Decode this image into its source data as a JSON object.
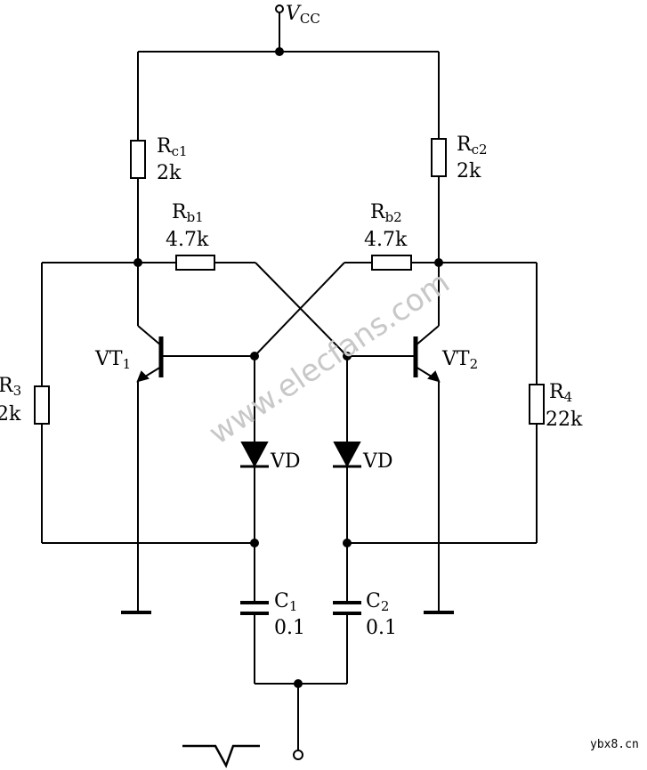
{
  "supply": {
    "label": "V",
    "sub": "CC"
  },
  "resistors": {
    "rc1": {
      "name": "R",
      "sub": "c1",
      "value": "2k"
    },
    "rc2": {
      "name": "R",
      "sub": "c2",
      "value": "2k"
    },
    "rb1": {
      "name": "R",
      "sub": "b1",
      "value": "4.7k"
    },
    "rb2": {
      "name": "R",
      "sub": "b2",
      "value": "4.7k"
    },
    "r3": {
      "name": "R",
      "sub": "3",
      "value": "2k"
    },
    "r4": {
      "name": "R",
      "sub": "4",
      "value": "22k"
    }
  },
  "transistors": {
    "vt1": {
      "name": "VT",
      "sub": "1"
    },
    "vt2": {
      "name": "VT",
      "sub": "2"
    }
  },
  "diodes": {
    "vd1": {
      "name": "VD"
    },
    "vd2": {
      "name": "VD"
    }
  },
  "capacitors": {
    "c1": {
      "name": "C",
      "sub": "1",
      "value": "0.1"
    },
    "c2": {
      "name": "C",
      "sub": "2",
      "value": "0.1"
    }
  },
  "watermark": {
    "main": "www.elecfans.com",
    "corner": "ybx8.cn"
  }
}
